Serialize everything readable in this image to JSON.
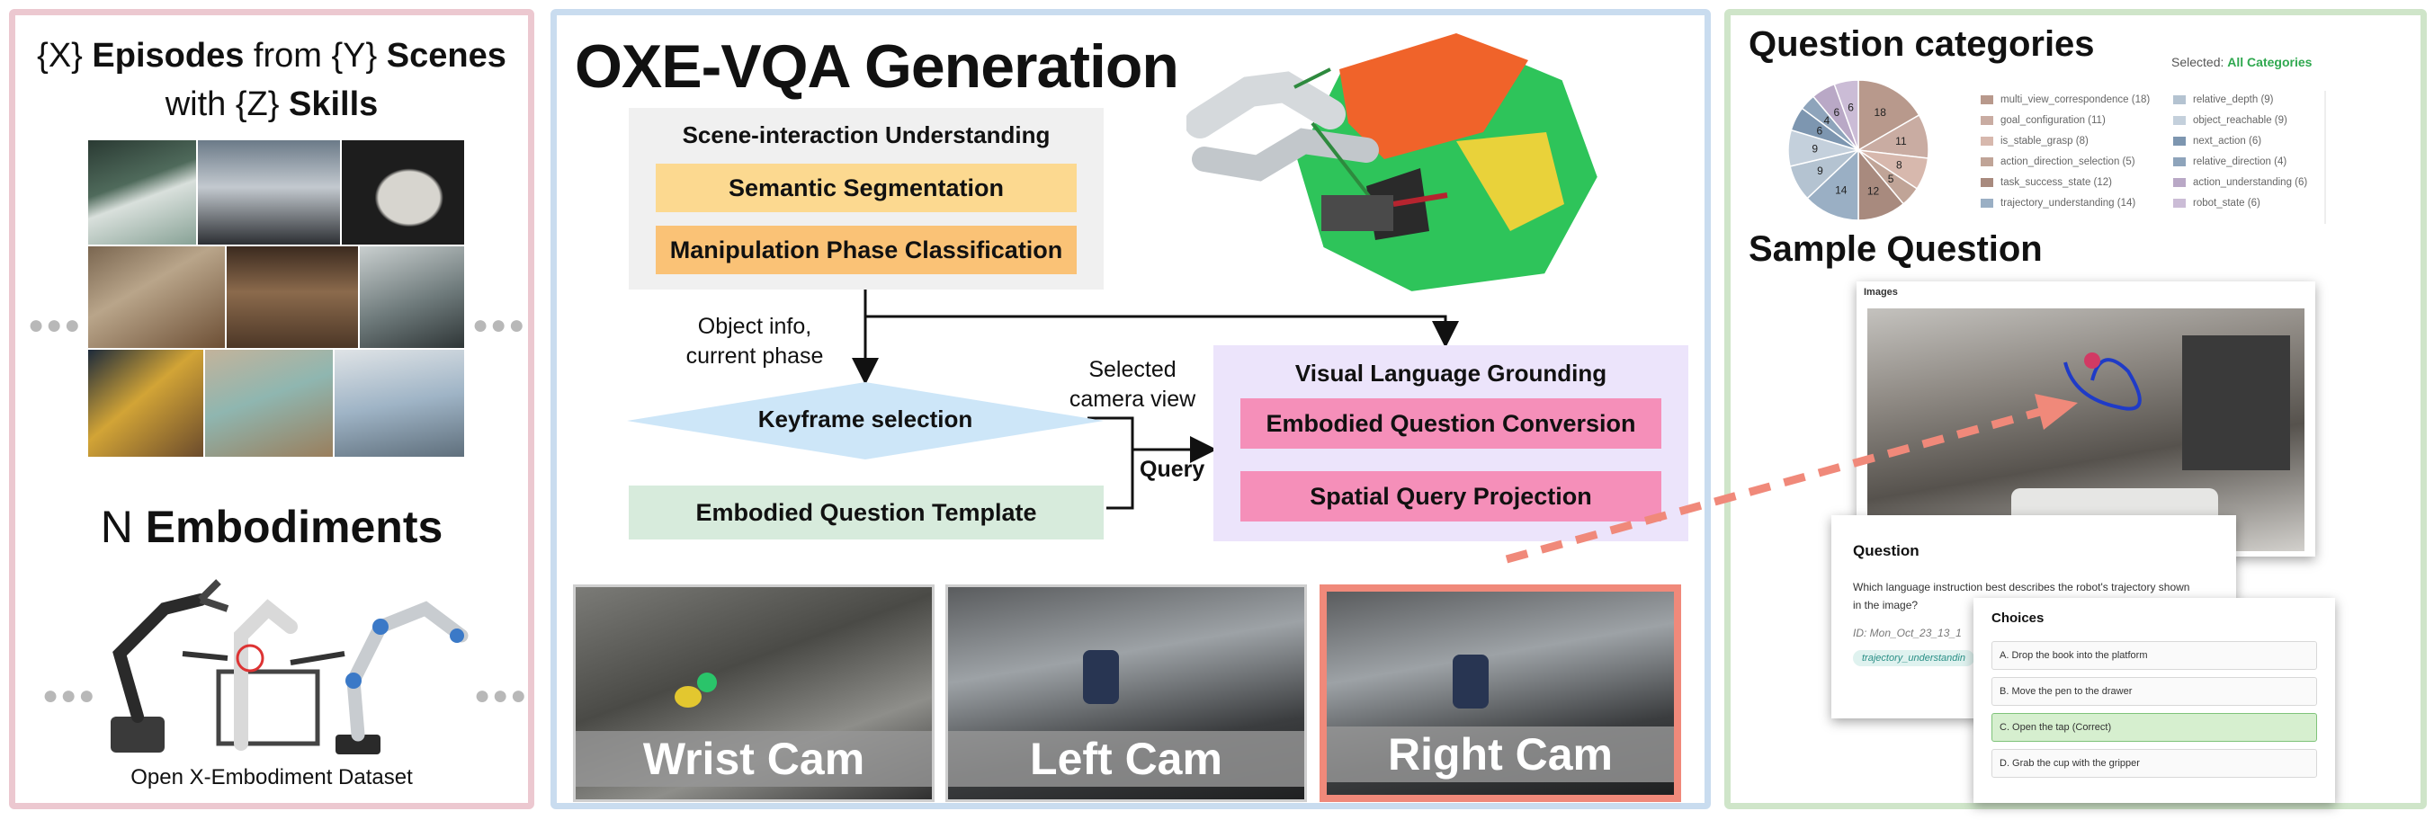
{
  "panel_left": {
    "line1_pre": "{X} ",
    "line1_bold1": "Episodes",
    "line1_mid": " from {Y} ",
    "line1_bold2": "Scenes",
    "line2_pre": "with {Z} ",
    "line2_bold": "Skills",
    "embod_pre": "N ",
    "embod_bold": "Embodiments",
    "caption": "Open X-Embodiment Dataset",
    "dots": "●●●"
  },
  "panel_center": {
    "title": "OXE-VQA Generation",
    "scene_box_title": "Scene-interaction Understanding",
    "semantic_segmentation": "Semantic Segmentation",
    "manipulation_phase": "Manipulation Phase Classification",
    "object_info_line1": "Object info,",
    "object_info_line2": "current phase",
    "keyframe_selection": "Keyframe selection",
    "selected_line1": "Selected",
    "selected_line2": "camera view",
    "query": "Query",
    "question_template": "Embodied Question Template",
    "vlg_title": "Visual Language Grounding",
    "embodied_question_conversion": "Embodied Question Conversion",
    "spatial_query_projection": "Spatial Query Projection",
    "cams": [
      "Wrist Cam",
      "Left Cam",
      "Right Cam"
    ]
  },
  "panel_right": {
    "categories_title": "Question categories",
    "selected_label": "Selected: ",
    "selected_value": "All Categories",
    "sample_title": "Sample Question",
    "images_label": "Images",
    "question_label": "Question",
    "question_text_line1": "Which language instruction best describes the robot's trajectory shown",
    "question_text_line2": "in the image?",
    "id_text": "ID: Mon_Oct_23_13_1",
    "tag_text": "trajectory_understandin",
    "choices_label": "Choices",
    "choices": [
      "A. Drop the book into the platform",
      "B. Move the pen to the drawer",
      "C. Open the tap (Correct)",
      "D. Grab the cup with the gripper"
    ],
    "legend_left": [
      {
        "label": "multi_view_correspondence (18)",
        "color": "#b8998c"
      },
      {
        "label": "goal_configuration (11)",
        "color": "#c9aca2"
      },
      {
        "label": "is_stable_grasp (8)",
        "color": "#d7b8ad"
      },
      {
        "label": "action_direction_selection (5)",
        "color": "#c0a497"
      },
      {
        "label": "task_success_state (12)",
        "color": "#a88a7e"
      },
      {
        "label": "trajectory_understanding (14)",
        "color": "#9aafc4"
      }
    ],
    "legend_right": [
      {
        "label": "relative_depth (9)",
        "color": "#b4c3d1"
      },
      {
        "label": "object_reachable (9)",
        "color": "#c4d0dc"
      },
      {
        "label": "next_action (6)",
        "color": "#7d96b0"
      },
      {
        "label": "relative_direction (4)",
        "color": "#8ea4bb"
      },
      {
        "label": "action_understanding (6)",
        "color": "#b9a8c6"
      },
      {
        "label": "robot_state (6)",
        "color": "#cbbcd6"
      }
    ],
    "accent_green": "#2fa84f"
  },
  "chart_data": {
    "type": "pie",
    "title": "",
    "slices": [
      {
        "label": "multi_view_correspondence",
        "value": 18
      },
      {
        "label": "goal_configuration",
        "value": 11
      },
      {
        "label": "is_stable_grasp",
        "value": 8
      },
      {
        "label": "action_direction_selection",
        "value": 5
      },
      {
        "label": "task_success_state",
        "value": 12
      },
      {
        "label": "trajectory_understanding",
        "value": 14
      },
      {
        "label": "relative_depth",
        "value": 9
      },
      {
        "label": "object_reachable",
        "value": 9
      },
      {
        "label": "next_action",
        "value": 6
      },
      {
        "label": "relative_direction",
        "value": 4
      },
      {
        "label": "action_understanding",
        "value": 6
      },
      {
        "label": "robot_state",
        "value": 6
      }
    ],
    "colors": [
      "#b8998c",
      "#c9aca2",
      "#d7b8ad",
      "#c0a497",
      "#a88a7e",
      "#9aafc4",
      "#b4c3d1",
      "#c4d0dc",
      "#7d96b0",
      "#8ea4bb",
      "#b9a8c6",
      "#cbbcd6"
    ]
  }
}
